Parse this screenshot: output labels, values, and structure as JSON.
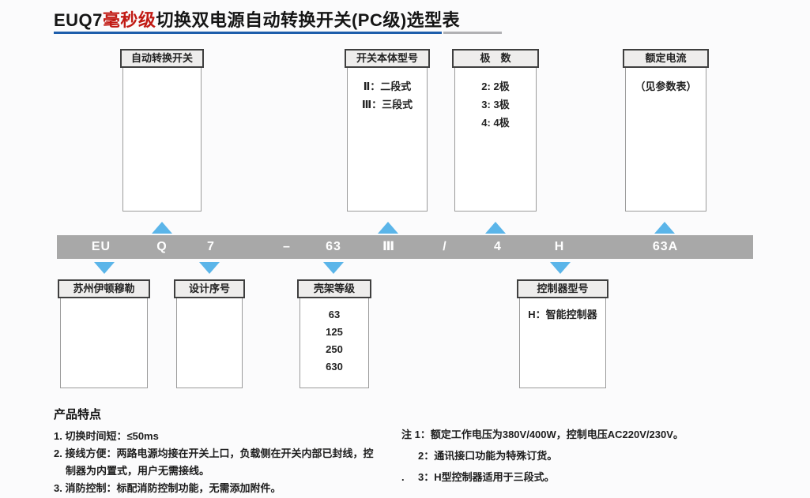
{
  "title": {
    "prefix": "EUQ7",
    "highlight": "毫秒级",
    "suffix": "切换双电源自动转换开关(PC级)选型表"
  },
  "top_boxes": [
    {
      "title": "自动转换开关"
    },
    {
      "title": "开关本体型号",
      "lines": [
        "Ⅱ：二段式",
        "Ⅲ：三段式"
      ]
    },
    {
      "title": "极　数",
      "lines": [
        "2: 2极",
        "3: 3极",
        "4: 4极"
      ]
    },
    {
      "title": "额定电流",
      "lines": [
        "（见参数表）"
      ]
    }
  ],
  "code_bar": {
    "segments": [
      "EU",
      "Q",
      "7",
      "–",
      "63",
      "Ⅲ",
      "/",
      "4",
      "H",
      "63A"
    ]
  },
  "bottom_boxes": [
    {
      "title": "苏州伊顿穆勒"
    },
    {
      "title": "设计序号"
    },
    {
      "title": "壳架等级",
      "lines": [
        "63",
        "125",
        "250",
        "630"
      ]
    },
    {
      "title": "控制器型号",
      "lines": [
        "H：智能控制器"
      ]
    }
  ],
  "features": {
    "heading": "产品特点",
    "lines": [
      "1. 切换时间短：≤50ms",
      "2. 接线方便：两路电源均接在开关上口，负载侧在开关内部已封线，控",
      "制器为内置式，用户无需接线。",
      "3. 消防控制：标配消防控制功能，无需添加附件。"
    ]
  },
  "notes": {
    "stray_dot": ".",
    "lines": [
      "注 1：额定工作电压为380V/400W，控制电压AC220V/230V。",
      "2：通讯接口功能为特殊订货。",
      "3：H型控制器适用于三段式。"
    ]
  },
  "colors": {
    "accent_red": "#c11a14",
    "underline_blue": "#1d5dab",
    "underline_gray": "#b1b1b4",
    "bar_gray": "#a8a8a8",
    "triangle_blue": "#5bb5e9"
  }
}
